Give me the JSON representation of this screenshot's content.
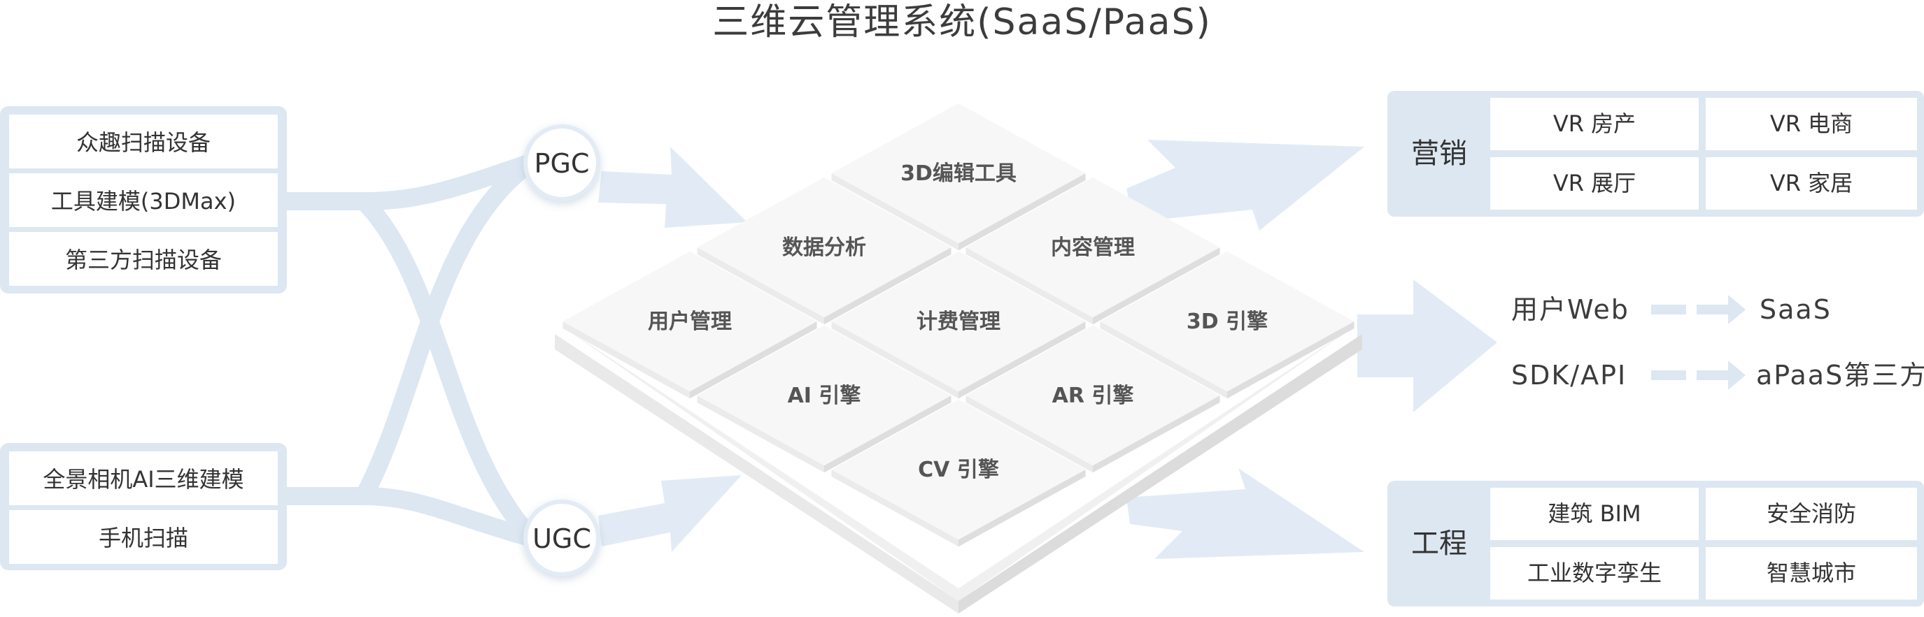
{
  "title": "三维云管理系统(SaaS/PaaS)",
  "sources": {
    "pgc_items": [
      "众趣扫描设备",
      "工具建模(3DMax)",
      "第三方扫描设备"
    ],
    "ugc_items": [
      "全景相机AI三维建模",
      "手机扫描"
    ]
  },
  "nodes": {
    "pgc": "PGC",
    "ugc": "UGC"
  },
  "platform": {
    "tiles": [
      {
        "id": "editor",
        "label": "3D编辑工具"
      },
      {
        "id": "analytics",
        "label": "数据分析"
      },
      {
        "id": "content",
        "label": "内容管理"
      },
      {
        "id": "users",
        "label": "用户管理"
      },
      {
        "id": "billing",
        "label": "计费管理"
      },
      {
        "id": "engine3d",
        "label": "3D 引擎"
      },
      {
        "id": "ai",
        "label": "AI 引擎"
      },
      {
        "id": "ar",
        "label": "AR 引擎"
      },
      {
        "id": "cv",
        "label": "CV 引擎"
      }
    ]
  },
  "marketing": {
    "label": "营销",
    "items": [
      "VR 房产",
      "VR 电商",
      "VR 展厅",
      "VR 家居"
    ]
  },
  "engineering": {
    "label": "工程",
    "items": [
      "建筑 BIM",
      "安全消防",
      "工业数字孪生",
      "智慧城市"
    ]
  },
  "outputs": [
    {
      "from": "用户Web",
      "to": "SaaS"
    },
    {
      "from": "SDK/API",
      "to": "aPaaS第三方"
    }
  ],
  "colors": {
    "light_blue": "#dde7f2",
    "box_border": "#dce6f1",
    "arrow": "#e2ebf5",
    "tile_top": "#f7f7f7",
    "tile_side": "#e6e6e6",
    "text": "#333333"
  }
}
